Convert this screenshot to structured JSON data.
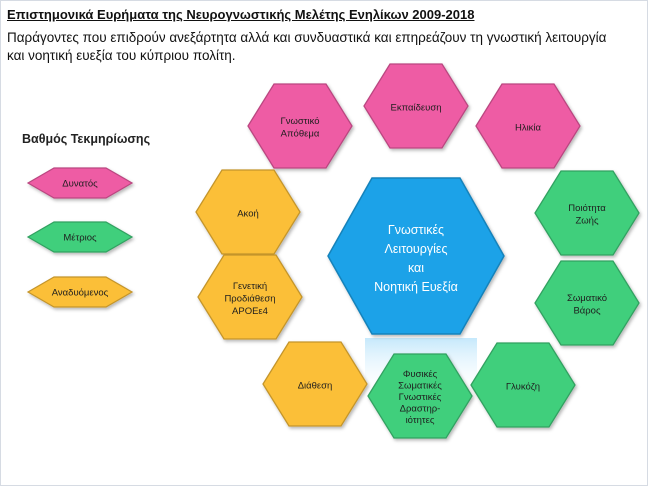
{
  "title": "Επιστημονικά Ευρήματα της Νευρογνωστικής Μελέτης Ενηλίκων 2009-2018",
  "subtitle": "Παράγοντες που επιδρούν ανεξάρτητα αλλά και συνδυαστικά και επηρεάζουν τη γνωστική λειτουργία και νοητική ευεξία του κύπριου πολίτη.",
  "legend": {
    "title": "Βαθμός Τεκμηρίωσης",
    "items": [
      {
        "id": "possible",
        "label": "Δυνατός",
        "color": "#ee5ba4"
      },
      {
        "id": "moderate",
        "label": "Μέτριος",
        "color": "#3fcf7c"
      },
      {
        "id": "emerging",
        "label": "Αναδυόμενος",
        "color": "#fbbf38"
      }
    ]
  },
  "center": {
    "lines": [
      "Γνωστικές",
      "Λειτουργίες",
      "και",
      "Νοητική Ευεξία"
    ],
    "color": "#1aa2e8"
  },
  "factors": [
    {
      "id": "cognitive-reserve",
      "lines": [
        "Γνωστικό",
        "Απόθεμα"
      ],
      "level": "possible"
    },
    {
      "id": "education",
      "lines": [
        "Εκπαίδευση"
      ],
      "level": "possible"
    },
    {
      "id": "age",
      "lines": [
        "Ηλικία"
      ],
      "level": "possible"
    },
    {
      "id": "hearing",
      "lines": [
        "Ακοή"
      ],
      "level": "emerging"
    },
    {
      "id": "quality-of-life",
      "lines": [
        "Ποιότητα",
        "Ζωής"
      ],
      "level": "moderate"
    },
    {
      "id": "genetic",
      "lines": [
        "Γενετική",
        "Προδιάθεση",
        "APOEε4"
      ],
      "level": "emerging"
    },
    {
      "id": "body-weight",
      "lines": [
        "Σωματικό",
        "Βάρος"
      ],
      "level": "moderate"
    },
    {
      "id": "mood",
      "lines": [
        "Διάθεση"
      ],
      "level": "emerging"
    },
    {
      "id": "activities",
      "lines": [
        "Φυσικές",
        "Σωματικές",
        "Γνωστικές",
        "Δραστηρ-",
        "ιότητες"
      ],
      "level": "moderate"
    },
    {
      "id": "glucose",
      "lines": [
        "Γλυκόζη"
      ],
      "level": "moderate"
    }
  ]
}
